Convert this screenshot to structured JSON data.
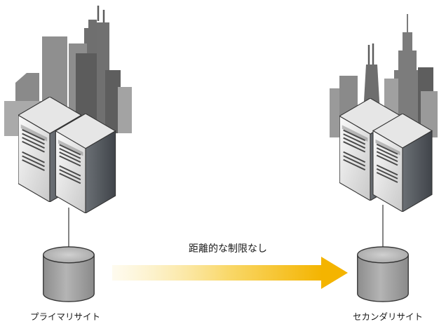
{
  "diagram": {
    "primary_site": {
      "label": "プライマリサイト"
    },
    "secondary_site": {
      "label": "セカンダリサイト"
    },
    "link": {
      "label": "距離的な制限なし"
    }
  },
  "colors": {
    "building_light": "#9a9a9a",
    "building_mid": "#7e7e7e",
    "building_dark": "#5c5c5c",
    "server_front": "#f2f2f2",
    "server_side": "#5b5f63",
    "arrow_start": "#fdf6d8",
    "arrow_end": "#f4b400"
  }
}
